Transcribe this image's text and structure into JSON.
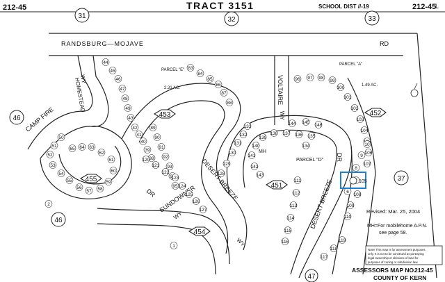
{
  "header": {
    "map_ref_left": "212-45",
    "map_ref_right": "212-45",
    "tract": "TRACT 3151",
    "school_dist": "SCHOOL DIST //-19",
    "corner_mark": "L"
  },
  "section_circles": {
    "top_left": "31",
    "top_mid": "32",
    "top_right": "33",
    "left_upper": "46",
    "left_lower": "46",
    "right_mid": "37",
    "bottom_center": "47"
  },
  "streets": {
    "randsburg": "RANDSBURG—MOJAVE",
    "rd": "RD",
    "camp_fire": "CAMP FIRE",
    "homestead": "HOMESTEAD",
    "homestead_wy": "WY",
    "voltaire": "VOLTAIRE",
    "voltaire_wy": "WY",
    "dr_left": "DR",
    "sundowner": "SUNDOWNER",
    "sundowner_wy": "WY",
    "desert_breeze_mid": "DESERT  BREEZE",
    "desert_breeze_right": "DESERT BREEZE",
    "dr_right": "DR",
    "wy_bottom": "WY"
  },
  "blocks": [
    "453",
    "455",
    "451",
    "454",
    "452"
  ],
  "parcels": {
    "parcel_e": "PARCEL \"E\"",
    "parcel_e_area": "2.31 AC.",
    "parcel_a": "PARCEL \"A\"",
    "parcel_a_area": "1.49 AC.",
    "parcel_d": "PARCEL \"D\"",
    "mh": "MH"
  },
  "lots_left_loop": [
    "50",
    "51",
    "52",
    "53",
    "54",
    "55",
    "56",
    "57",
    "58",
    "59",
    "60",
    "61",
    "62",
    "63",
    "64",
    "65"
  ],
  "lots_top_left": [
    "44",
    "45",
    "46",
    "47",
    "48",
    "49",
    "43",
    "42",
    "41",
    "40",
    "39",
    "38"
  ],
  "lots_parcel_e": [
    "83",
    "84",
    "85",
    "86",
    "87",
    "88",
    "89",
    "90",
    "91",
    "92",
    "93",
    "94",
    "95"
  ],
  "lots_voltaire": [
    "96",
    "97",
    "98",
    "99",
    "100",
    "101",
    "102",
    "103",
    "104",
    "105",
    "106",
    "107",
    "108",
    "109",
    "110"
  ],
  "lots_inner": [
    "134",
    "135",
    "136",
    "137",
    "138",
    "139",
    "140",
    "141",
    "142",
    "143",
    "144",
    "145",
    "146"
  ],
  "lots_center": [
    "120",
    "121",
    "122",
    "123",
    "124",
    "125",
    "126",
    "127",
    "128",
    "129",
    "130",
    "131",
    "132",
    "133"
  ],
  "lots_bottom": [
    "111",
    "112",
    "113",
    "114",
    "115",
    "116",
    "117",
    "118",
    "119"
  ],
  "lots_misc": [
    "1",
    "2",
    "8",
    "9",
    "10",
    "7",
    "6"
  ],
  "highlight_lot": "105",
  "revised": "Revised: Mar. 25, 2004",
  "mh_note": "MH=For mobilehome A.P.N.",
  "mh_note2": "see page 58.",
  "disclaimer": [
    "Note! This map is for assessment purposes",
    "only. It is not to be construed as portraying",
    "legal ownership or divisions of land for",
    "purposes of zoning or subdivision law."
  ],
  "footer": {
    "map_no_label": "ASSESSORS MAP NO.",
    "map_no": "212-45",
    "county": "COUNTY OF KERN"
  },
  "colors": {
    "highlight": "#1a7fd6",
    "ink": "#222222"
  }
}
